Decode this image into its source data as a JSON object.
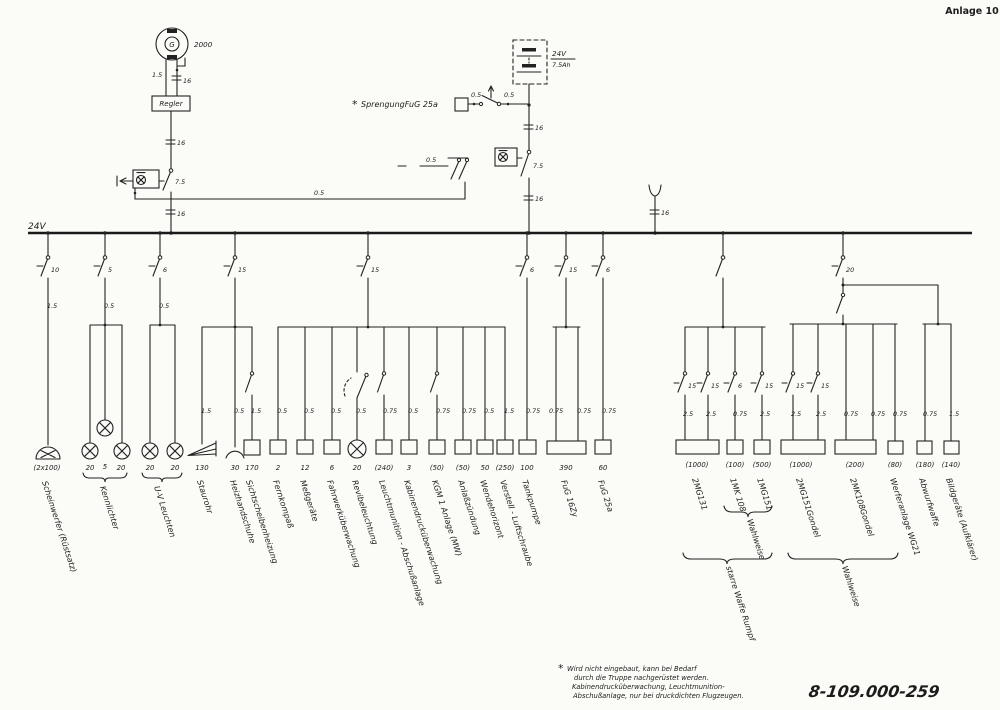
{
  "meta": {
    "annex": "Anlage 10",
    "doc_number": "8-109.000-259"
  },
  "top": {
    "bus_label": "24V",
    "generator": {
      "letter": "G",
      "rating": "2000",
      "wire_left": "1.5",
      "wire_right": "16",
      "regulator": "Regler",
      "fuse_mid": "16",
      "relay_amp": "7.5",
      "fuse_low": "16"
    },
    "battery": {
      "voltage": "24V",
      "capacity": "7.5Ah",
      "fuse_top": "16",
      "relay_amp": "7.5",
      "fuse_low": "16"
    },
    "squib": {
      "star": "*",
      "label": "SprengungFuG 25a",
      "wire_left": "0.5",
      "wire_right": "0.5"
    },
    "link": {
      "coil_wire": "0.5",
      "long_wire": "0.5"
    },
    "socket": {
      "fuse": "16"
    }
  },
  "feeds": {
    "heating_breaker": "15",
    "instruments_breaker": "15",
    "weapons_breaker": "20"
  },
  "loads": [
    {
      "label": "Scheinwerfer (Rüstsatz)",
      "value": "(2x100)",
      "gauge": "1.5",
      "breaker": "10"
    },
    {
      "label": "Kennlichter",
      "values": [
        "20",
        "5",
        "20"
      ],
      "gauge": "0.5",
      "breaker": "5"
    },
    {
      "label": "U-V Leuchten",
      "values": [
        "20",
        "20"
      ],
      "gauge": "0.5",
      "breaker": "6"
    },
    {
      "label": "Staurohr",
      "value": "130",
      "gauge": "1.5"
    },
    {
      "label": "Heizhandschuhe",
      "value": "30",
      "gauge": "0.5"
    },
    {
      "label": "Sichtscheibenheizung",
      "value": "170",
      "gauge": "1.5"
    },
    {
      "label": "Fernkompaß",
      "value": "2",
      "gauge": "0.5"
    },
    {
      "label": "Meßgeräte",
      "value": "12",
      "gauge": "0.5"
    },
    {
      "label": "Fahrwerküberwachung",
      "value": "6",
      "gauge": "0.5"
    },
    {
      "label": "Revibeleuchtung",
      "value": "20",
      "gauge": "0.5"
    },
    {
      "label": "Leuchtmunition - Abschußanlage",
      "value": "(240)",
      "gauge": "0.75"
    },
    {
      "label": "Kabinendrucküberwachung",
      "value": "3",
      "gauge": "0.5"
    },
    {
      "label": "KGM 1 Anlage (MW)",
      "value": "(50)",
      "gauge": "0.75"
    },
    {
      "label": "Anlaßzündung",
      "value": "(50)",
      "gauge": "0.75"
    },
    {
      "label": "Wendehorizont",
      "value": "50",
      "gauge": "0.5"
    },
    {
      "label": "Verstell - Luftschraube",
      "value": "(250)",
      "gauge": "1.5"
    },
    {
      "label": "Tankpumpe",
      "value": "100",
      "gauge": "0.75",
      "breaker": "6"
    },
    {
      "label": "FuG 16Zy",
      "value": "390",
      "gauges": [
        "0.75",
        "0.75"
      ],
      "breaker": "15"
    },
    {
      "label": "FuG 25a",
      "value": "60",
      "gauge": "0.75",
      "breaker": "6"
    },
    {
      "label": "2MG131",
      "value": "(1000)",
      "gauges": [
        "2.5",
        "2.5"
      ],
      "breakers": [
        "15",
        "15"
      ]
    },
    {
      "label": "1MK 108",
      "value": "(100)",
      "gauge": "0.75",
      "breaker": "6"
    },
    {
      "label": "1MG151",
      "value": "(500)",
      "gauge": "2.5",
      "breaker": "15"
    },
    {
      "label": "2MG151Gondel",
      "value": "(1000)",
      "gauges": [
        "2.5",
        "2.5"
      ],
      "breakers": [
        "15",
        "15"
      ]
    },
    {
      "label": "2MK108Gondel",
      "value": "(200)",
      "gauges": [
        "0.75",
        "0.75"
      ]
    },
    {
      "label": "Werferanlage WG21",
      "value": "(80)",
      "gauge": "0.75"
    },
    {
      "label": "Abwurfwaffe",
      "value": "(180)",
      "gauge": "0.75"
    },
    {
      "label": "Bildgeräte (Aufklärer)",
      "value": "(140)",
      "gauge": "1.5"
    }
  ],
  "groups": {
    "wahlweise_small": "Wahlweise",
    "starre_waffe": "starre Waffe Rumpf",
    "wahlweise_gondel": "Wahlweise"
  },
  "footnote": {
    "star": "*",
    "lines": [
      "Wird nicht eingebaut, kann bei Bedarf",
      "durch die Truppe  nachgerüstet werden.",
      "Kabinendrucküberwachung, Leuchtmunition-",
      "Abschußanlage, nur bei druckdichten Flugzeugen."
    ]
  }
}
